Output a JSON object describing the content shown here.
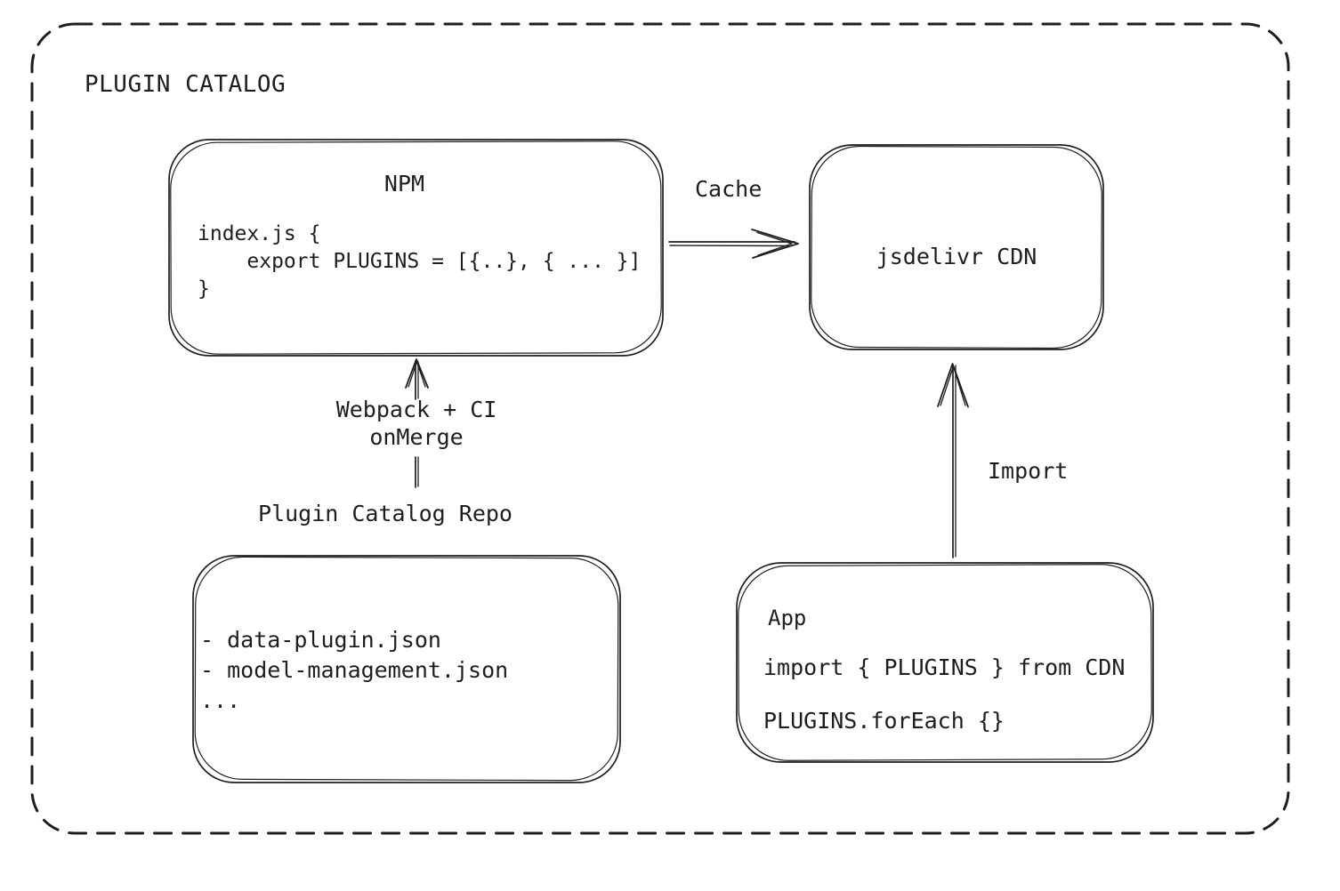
{
  "diagram": {
    "title": "PLUGIN CATALOG",
    "colors": {
      "stroke": "#1e1e1e",
      "background": "#ffffff"
    },
    "nodes": {
      "npm": {
        "title": "NPM",
        "code_lines": [
          "index.js {",
          "    export PLUGINS = [{..}, { ... }]",
          "}"
        ]
      },
      "cdn": {
        "label": "jsdelivr CDN"
      },
      "repo": {
        "label": "Plugin Catalog Repo",
        "file_list": [
          "- data-plugin.json",
          "- model-management.json",
          "..."
        ]
      },
      "app": {
        "title": "App",
        "code_import": "import { PLUGINS } from CDN",
        "code_foreach": "PLUGINS.forEach {}"
      }
    },
    "edges": {
      "cache": {
        "label": "Cache",
        "from": "npm",
        "to": "cdn",
        "direction": "right"
      },
      "build": {
        "label_lines": [
          "Webpack + CI",
          "onMerge"
        ],
        "from": "repo",
        "to": "npm",
        "direction": "up"
      },
      "import": {
        "label": "Import",
        "from": "app",
        "to": "cdn",
        "direction": "up"
      }
    }
  }
}
